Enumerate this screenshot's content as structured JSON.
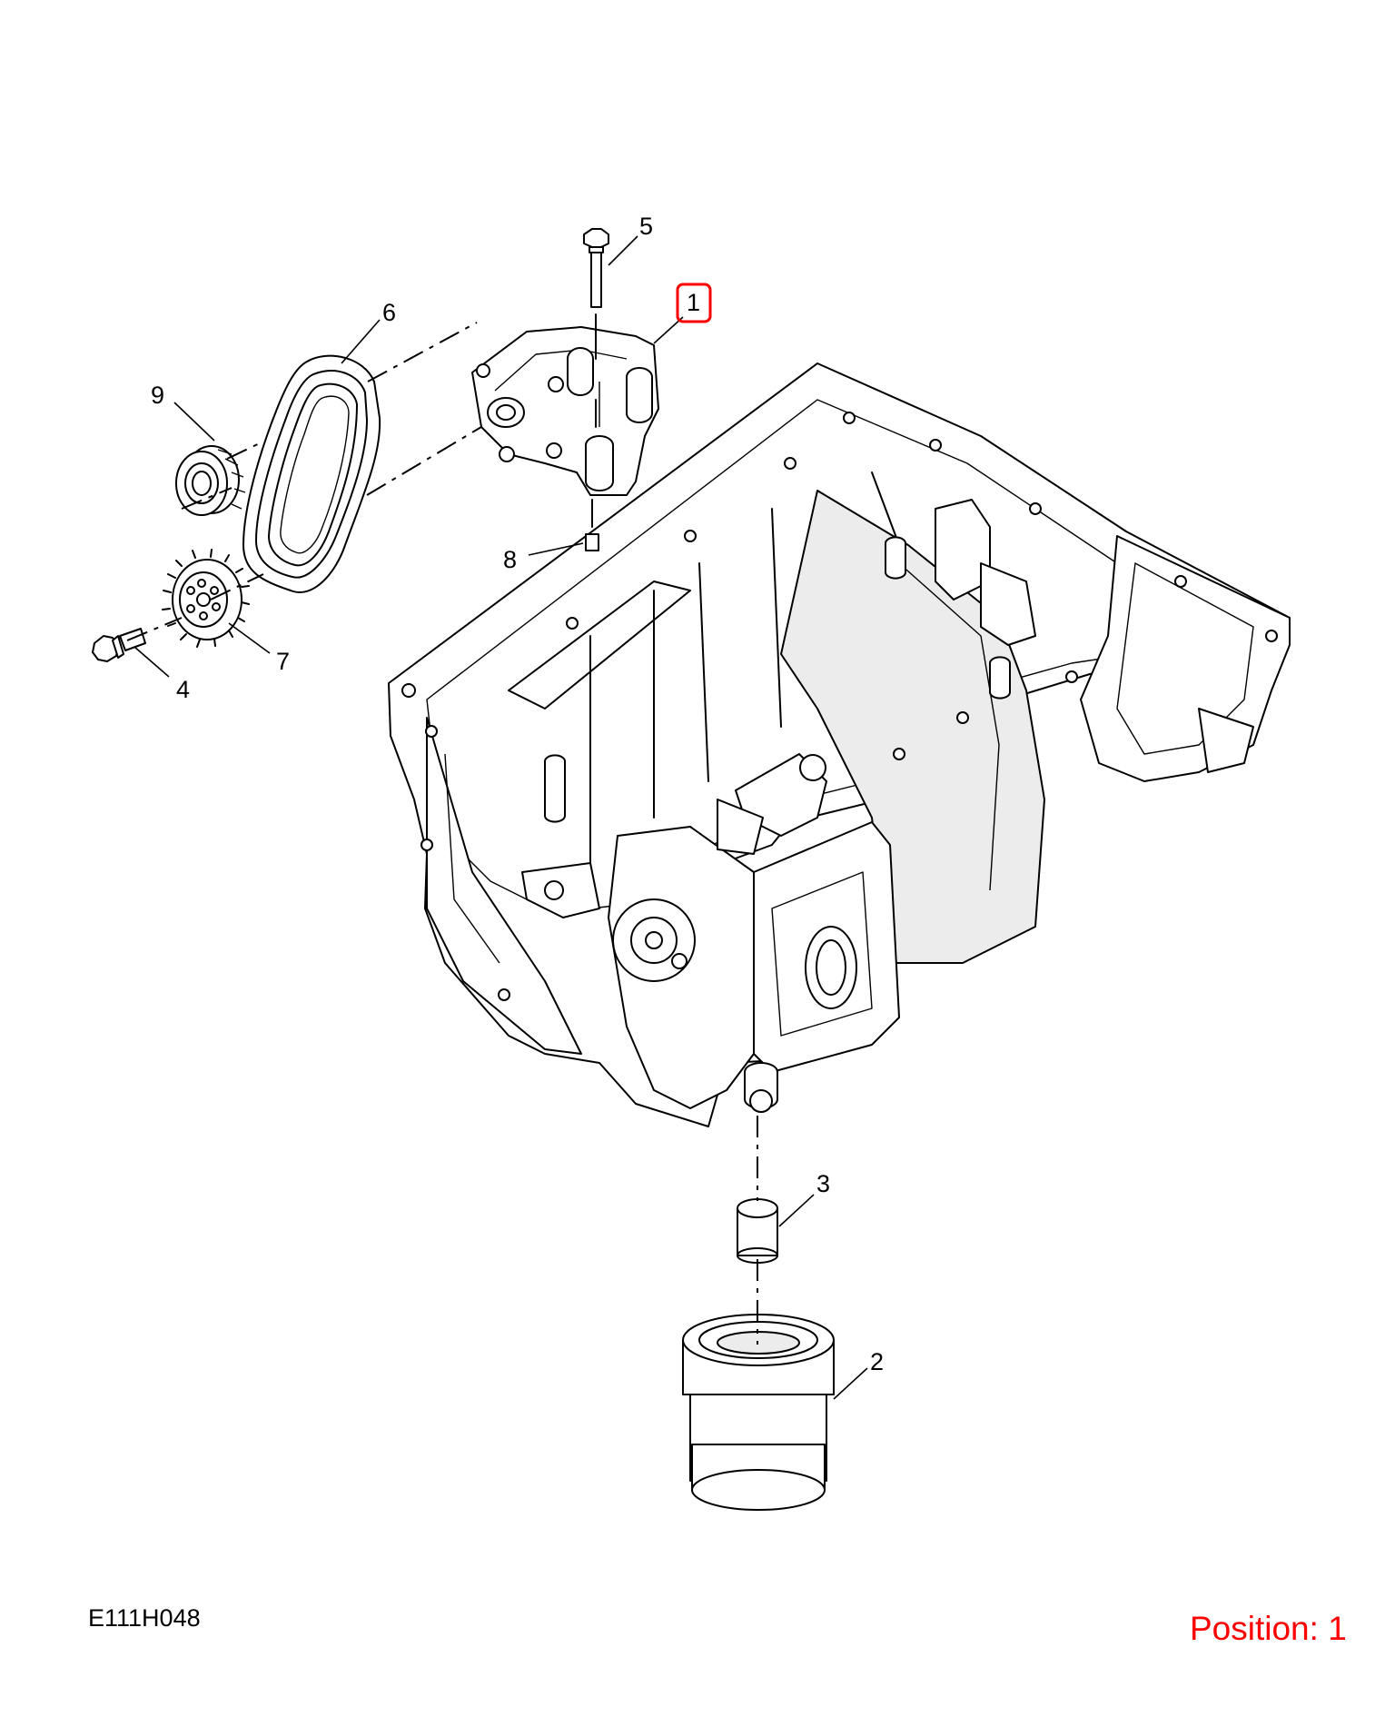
{
  "diagram": {
    "reference_code": "E111H048",
    "position_label": "Position: 1",
    "highlight_color": "#ff0000",
    "callouts": {
      "c1": "1",
      "c2": "2",
      "c3": "3",
      "c4": "4",
      "c5": "5",
      "c6": "6",
      "c7": "7",
      "c8": "8",
      "c9": "9"
    },
    "highlighted_callout": "1"
  }
}
